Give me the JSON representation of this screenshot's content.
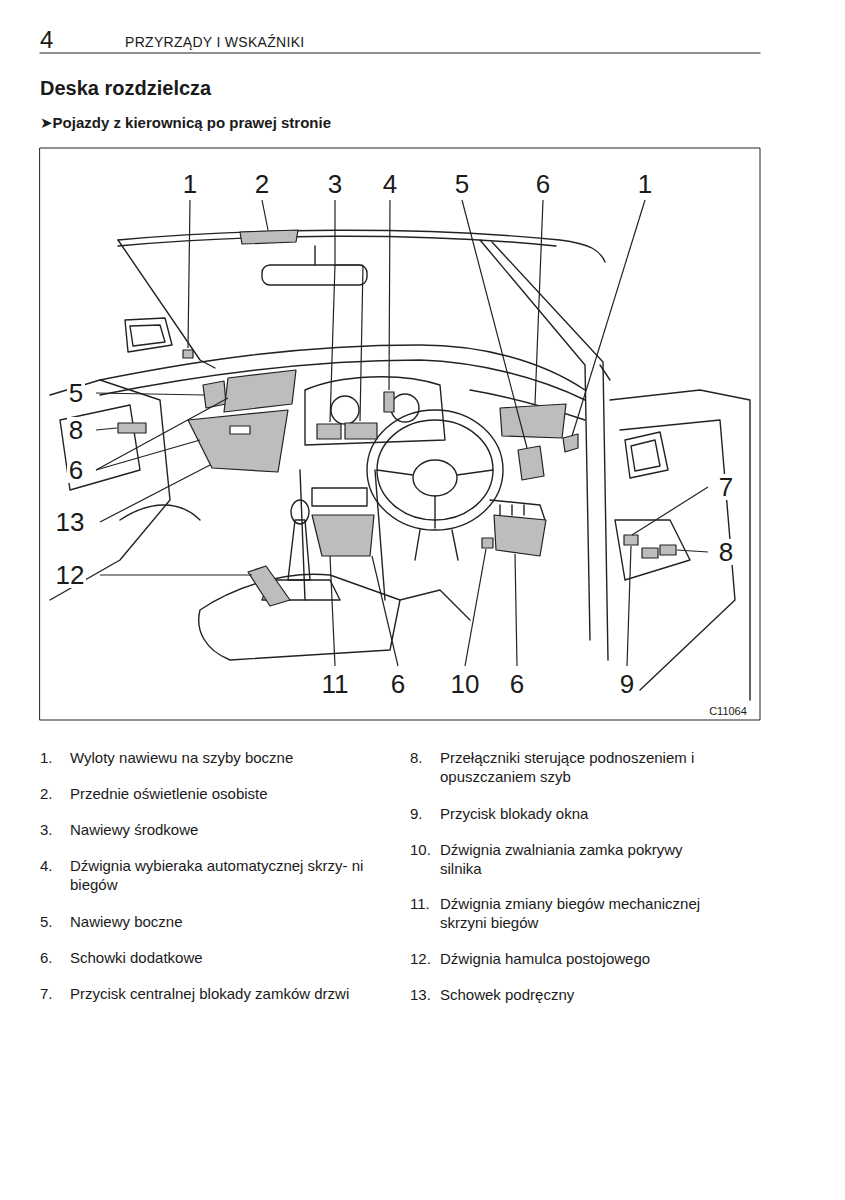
{
  "diagram": {
    "title": "Deska rozdzielcza",
    "labels": [
      "4",
      "PRZYRZĄDY I WSKAŹNIKI",
      "➤Pojazdy z kierownicą po prawej stronie",
      "1",
      "2",
      "3",
      "4",
      "5",
      "6",
      "1",
      "5",
      "8",
      "6",
      "13",
      "12",
      "7",
      "8",
      "11",
      "6",
      "10",
      "6",
      "9",
      "C11064",
      "1.",
      "Wyloty nawiewu na szyby boczne",
      "2.",
      "Przednie oświetlenie osobiste",
      "3.",
      "Nawiewy środkowe",
      "4.",
      "Dźwignia wybieraka automatycznej skrzy- ni biegów",
      "5.",
      "Nawiewy boczne",
      "6.",
      "Schowki dodatkowe",
      "7.",
      "Przycisk centralnej blokady zamków drzwi",
      "8.",
      "Przełączniki sterujące podnoszeniem i opuszczaniem szyb",
      "9.",
      "Przycisk blokady okna",
      "10.",
      "Dźwignia zwalniania zamka pokrywy silnika",
      "11.",
      "Dźwignia zmiany biegów mechanicznej skrzyni biegów",
      "12.",
      "Dźwignia hamulca postojowego",
      "13.",
      "Schowek podręczny"
    ]
  }
}
